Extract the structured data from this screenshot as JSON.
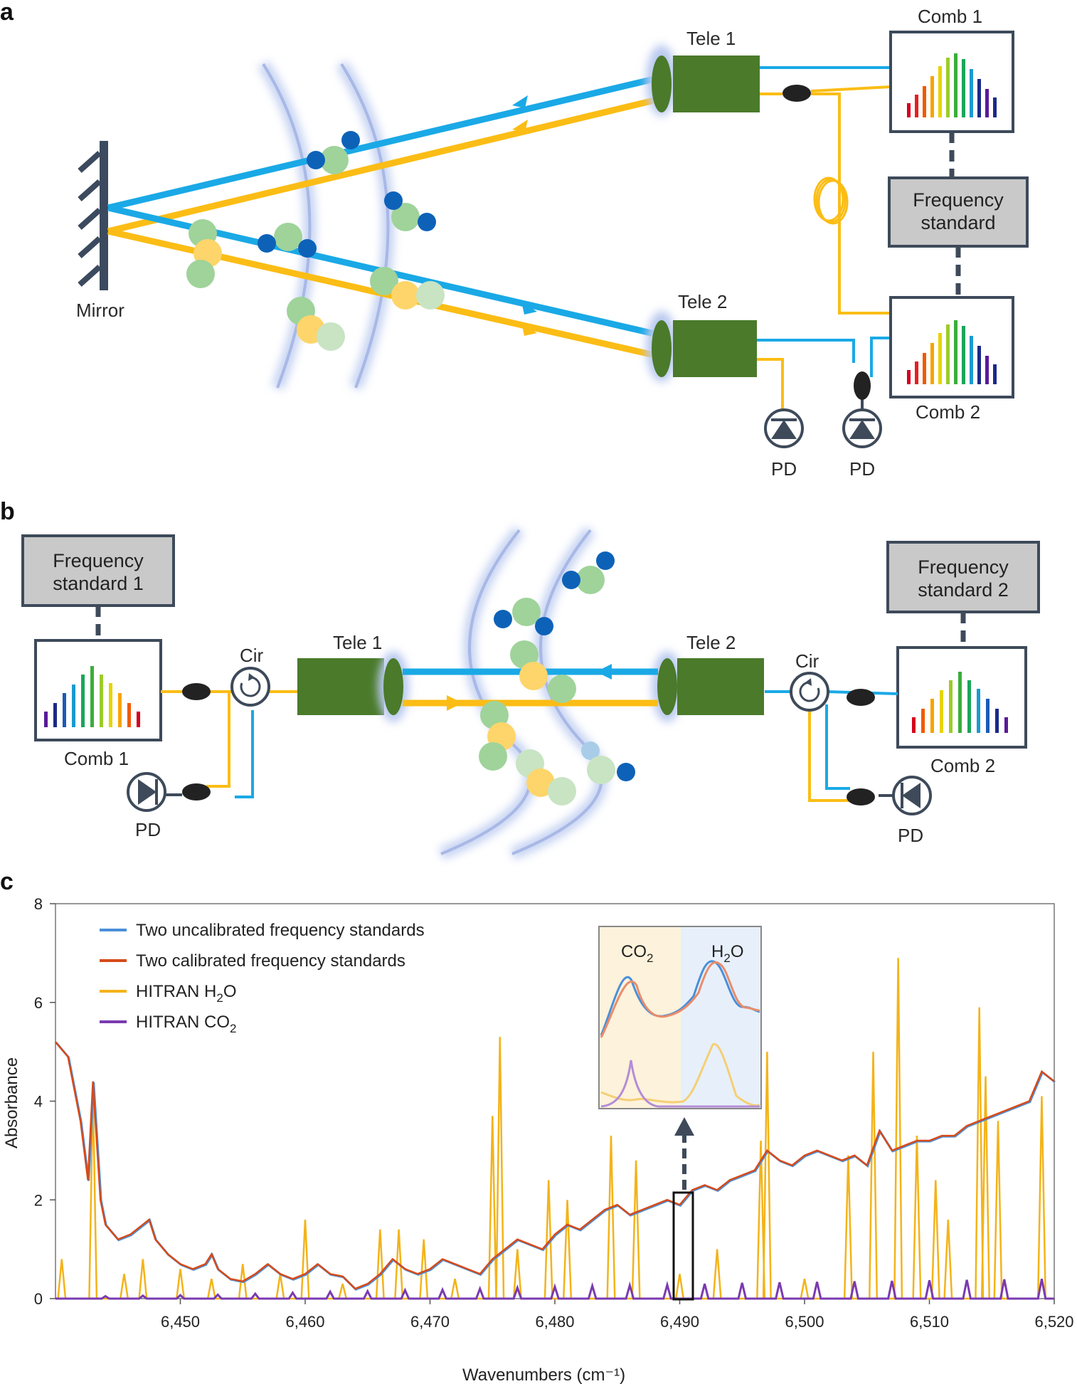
{
  "panels": {
    "a": {
      "letter": "a",
      "mirror_label": "Mirror",
      "tele1_label": "Tele 1",
      "tele2_label": "Tele 2",
      "comb1_label": "Comb 1",
      "comb2_label": "Comb 2",
      "freq_std_label_line1": "Frequency",
      "freq_std_label_line2": "standard",
      "pd1_label": "PD",
      "pd2_label": "PD"
    },
    "b": {
      "letter": "b",
      "fs1_line1": "Frequency",
      "fs1_line2": "standard 1",
      "fs2_line1": "Frequency",
      "fs2_line2": "standard 2",
      "comb1_label": "Comb 1",
      "comb2_label": "Comb 2",
      "tele1_label": "Tele 1",
      "tele2_label": "Tele 2",
      "cir1_label": "Cir",
      "cir2_label": "Cir",
      "pd1_label": "PD",
      "pd2_label": "PD"
    },
    "c": {
      "letter": "c"
    }
  },
  "colors": {
    "blue_beam": "#1aa9e6",
    "yellow_beam": "#fbbd15",
    "telescope": "#4a7a2a",
    "box_border": "#3e4a5a",
    "freq_box": "#c9c9c9",
    "uncalibrated": "#4a90d9",
    "calibrated": "#d64a1a",
    "hitran_h2o": "#f3b31a",
    "hitran_co2": "#7a3ab0"
  },
  "chart_data": {
    "type": "line",
    "title": "",
    "xlabel": "Wavenumbers (cm⁻¹)",
    "ylabel": "Absorbance",
    "xlim": [
      6440,
      6520
    ],
    "ylim": [
      0,
      8
    ],
    "xticks": [
      "6,450",
      "6,460",
      "6,470",
      "6,480",
      "6,490",
      "6,500",
      "6,510",
      "6,520"
    ],
    "yticks": [
      "0",
      "2",
      "4",
      "6",
      "8"
    ],
    "legend_position": "top-left",
    "legend": [
      {
        "pre": "Two uncalibrated frequency standards",
        "sub": "",
        "post": ""
      },
      {
        "pre": "Two calibrated frequency standards",
        "sub": "",
        "post": ""
      },
      {
        "pre": "HITRAN H",
        "sub": "2",
        "post": "O"
      },
      {
        "pre": "HITRAN CO",
        "sub": "2",
        "post": ""
      }
    ],
    "series": [
      {
        "name": "Two calibrated frequency standards",
        "x": [
          6440,
          6441,
          6442,
          6442.6,
          6443,
          6443.6,
          6444,
          6445,
          6446,
          6447,
          6447.5,
          6448,
          6449,
          6450,
          6451,
          6452,
          6452.5,
          6453,
          6454,
          6455,
          6456,
          6457,
          6458,
          6459,
          6460,
          6461,
          6462,
          6463,
          6464,
          6465,
          6466,
          6467,
          6468,
          6469,
          6470,
          6471,
          6472,
          6473,
          6474,
          6475,
          6476,
          6477,
          6478,
          6479,
          6480,
          6481,
          6482,
          6483,
          6484,
          6485,
          6486,
          6487,
          6488,
          6489,
          6490,
          6491,
          6492,
          6493,
          6494,
          6495,
          6496,
          6497,
          6498,
          6499,
          6500,
          6501,
          6502,
          6503,
          6504,
          6505,
          6506,
          6507,
          6508,
          6509,
          6510,
          6511,
          6512,
          6513,
          6514,
          6515,
          6516,
          6517,
          6518,
          6519,
          6520
        ],
        "y": [
          5.2,
          4.9,
          3.6,
          2.4,
          4.4,
          2.0,
          1.5,
          1.2,
          1.3,
          1.5,
          1.6,
          1.2,
          0.9,
          0.7,
          0.6,
          0.7,
          0.9,
          0.6,
          0.4,
          0.35,
          0.5,
          0.7,
          0.5,
          0.4,
          0.5,
          0.7,
          0.5,
          0.45,
          0.2,
          0.3,
          0.5,
          0.8,
          0.6,
          0.5,
          0.6,
          0.8,
          0.7,
          0.6,
          0.5,
          0.8,
          1.0,
          1.2,
          1.1,
          1.0,
          1.3,
          1.5,
          1.4,
          1.6,
          1.8,
          1.9,
          1.7,
          1.8,
          1.9,
          2.0,
          1.9,
          2.2,
          2.3,
          2.2,
          2.4,
          2.5,
          2.6,
          3.0,
          2.8,
          2.7,
          2.9,
          3.0,
          2.9,
          2.8,
          2.9,
          2.7,
          3.4,
          3.0,
          3.1,
          3.2,
          3.2,
          3.3,
          3.3,
          3.5,
          3.6,
          3.7,
          3.8,
          3.9,
          4.0,
          4.6,
          4.4
        ]
      },
      {
        "name": "HITRAN H2O",
        "peaks_x": [
          6440.5,
          6443,
          6445.5,
          6447,
          6450,
          6452.5,
          6455,
          6458,
          6460,
          6463,
          6466,
          6467.5,
          6469.5,
          6472,
          6475,
          6475.6,
          6477,
          6479.5,
          6481,
          6484.5,
          6486.5,
          6490,
          6493,
          6496.5,
          6497,
          6500,
          6503.5,
          6505.5,
          6507.5,
          6509,
          6510.5,
          6511.5,
          6514,
          6514.5,
          6515.5,
          6519
        ],
        "peaks_y": [
          0.8,
          4.2,
          0.5,
          0.8,
          0.6,
          0.4,
          0.7,
          0.5,
          1.6,
          0.3,
          1.4,
          1.4,
          1.2,
          0.4,
          3.7,
          5.3,
          1.0,
          2.4,
          2.0,
          3.3,
          2.8,
          0.5,
          1.0,
          3.2,
          5.0,
          0.4,
          2.9,
          5.0,
          6.9,
          3.3,
          2.4,
          1.6,
          5.9,
          4.5,
          3.6,
          4.1
        ]
      },
      {
        "name": "HITRAN CO2",
        "peaks_x": [
          6444,
          6447,
          6450,
          6453,
          6456,
          6459,
          6462,
          6465,
          6468,
          6471,
          6474,
          6477,
          6480,
          6483,
          6486,
          6489,
          6492,
          6495,
          6498,
          6501,
          6504,
          6507,
          6510,
          6513,
          6516,
          6519
        ],
        "peaks_y": [
          0.05,
          0.06,
          0.07,
          0.08,
          0.1,
          0.12,
          0.14,
          0.15,
          0.17,
          0.18,
          0.2,
          0.22,
          0.24,
          0.26,
          0.27,
          0.28,
          0.3,
          0.32,
          0.33,
          0.34,
          0.35,
          0.36,
          0.37,
          0.38,
          0.39,
          0.4
        ]
      }
    ],
    "inset": {
      "left_label_pre": "CO",
      "left_label_sub": "2",
      "left_label_post": "",
      "right_label_pre": "H",
      "right_label_sub": "2",
      "right_label_post": "O"
    }
  }
}
